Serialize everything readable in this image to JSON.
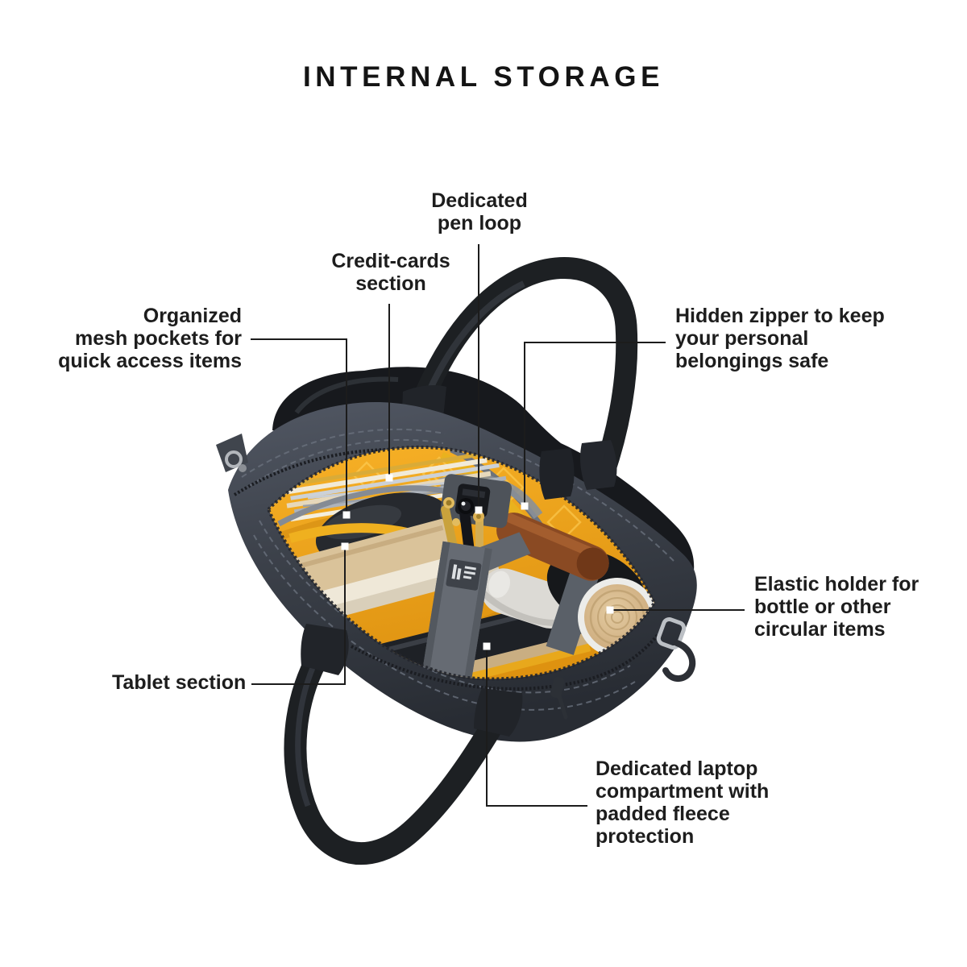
{
  "title": "INTERNAL STORAGE",
  "callouts": {
    "pen_loop": {
      "text": "Dedicated\npen loop"
    },
    "credit_cards": {
      "text": "Credit-cards\nsection"
    },
    "mesh_pockets": {
      "text": "Organized\nmesh pockets for\nquick access items"
    },
    "hidden_zipper": {
      "text": "Hidden zipper to keep\nyour personal\nbelongings safe"
    },
    "elastic_holder": {
      "text": "Elastic holder for\nbottle or other\ncircular items"
    },
    "tablet": {
      "text": "Tablet section"
    },
    "laptop": {
      "text": "Dedicated laptop\ncompartment with\npadded fleece\nprotection"
    }
  },
  "colors": {
    "background": "#ffffff",
    "text": "#1d1d1d",
    "leader_line": "#1c1c1c",
    "marker_dot": "#ffffff",
    "bag_fabric": "#3e444d",
    "bag_leather": "#1d2023",
    "lining_yellow": "#F2A71B",
    "bamboo": "#D9BB8D"
  }
}
